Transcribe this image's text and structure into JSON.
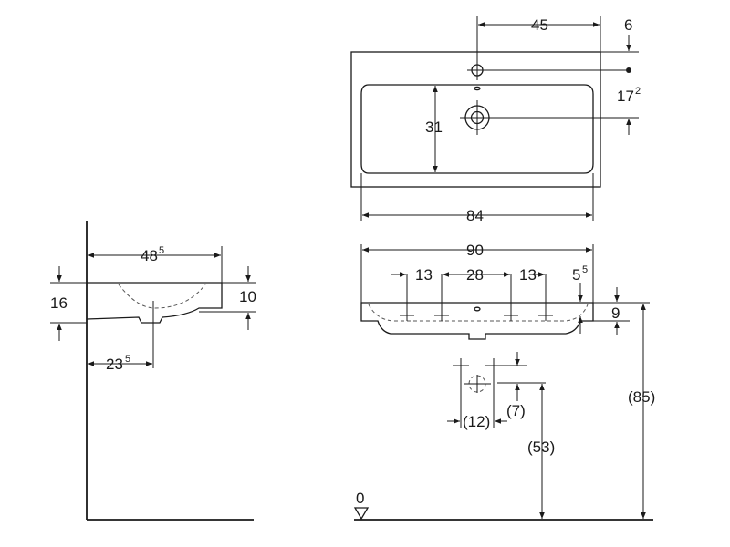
{
  "side_view": {
    "width": "48",
    "width_sup": "5",
    "height_total": "16",
    "height_basin": "10",
    "drain_offset": "23",
    "drain_offset_sup": "5"
  },
  "top_view": {
    "tap_offset": "45",
    "tap_from_back": "6",
    "tap_depth": "17",
    "tap_depth_sup": "2",
    "bowl_depth": "31",
    "bowl_width": "84"
  },
  "front_view": {
    "overall_width": "90",
    "d13_left": "13",
    "d28": "28",
    "d13_right": "13",
    "d5": "5",
    "d5_sup": "5",
    "rim_height": "9",
    "height_85": "(85)",
    "height_53": "(53)",
    "trap_12": "(12)",
    "trap_7": "(7)",
    "floor_level": "0"
  }
}
